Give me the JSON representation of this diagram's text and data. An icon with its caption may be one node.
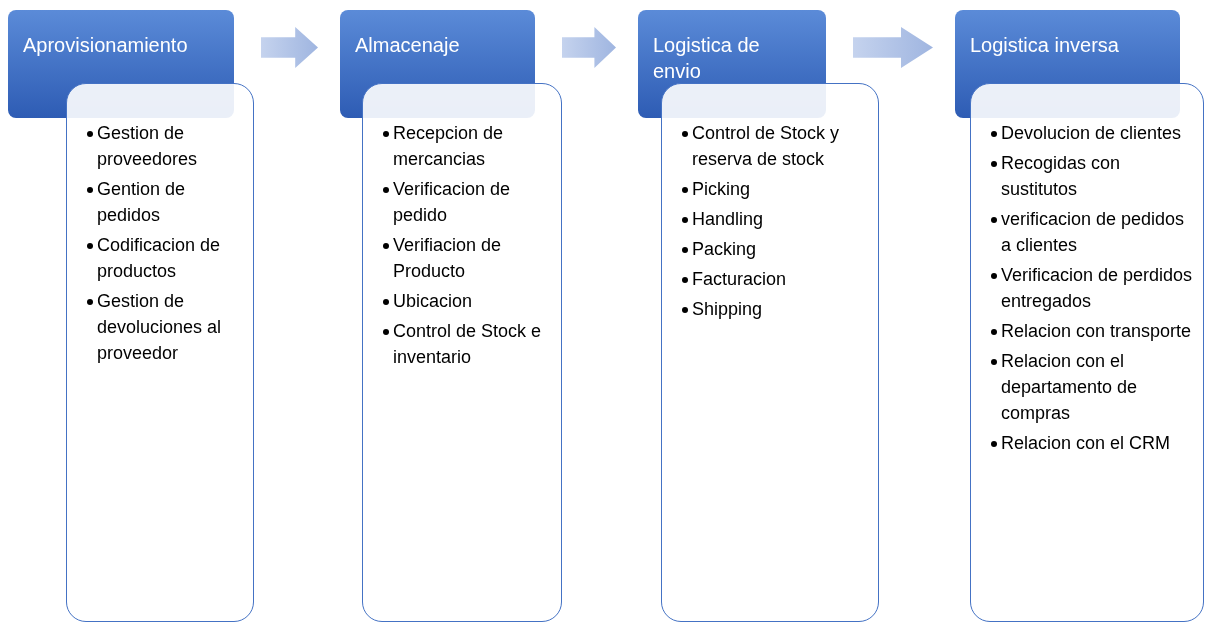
{
  "diagram": {
    "nodes": [
      {
        "text": [
          "Aprovisionamiento"
        ]
      },
      {
        "text": [
          "Gestion de proveedores",
          "Gention de pedidos",
          "Codificacion de productos",
          "Gestion de devoluciones al proveedor"
        ]
      },
      {
        "text": [
          "Almacenaje"
        ]
      },
      {
        "text": [
          "Recepcion de mercancias",
          "Verificacion de pedido",
          "Verifiacion de Producto",
          "Ubicacion",
          "Control de Stock e inventario"
        ]
      },
      {
        "text": [
          "Logistica de envio"
        ]
      },
      {
        "text": [
          "Control de Stock y reserva de stock",
          "Picking",
          "Handling",
          "Packing",
          "Facturacion",
          "Shipping"
        ]
      },
      {
        "text": [
          "Logistica inversa"
        ]
      },
      {
        "text": [
          "Devolucion de clientes",
          "Recogidas con sustitutos",
          "verificacion de pedidos a clientes",
          "Verificacion de perdidos entregados",
          "Relacion con transporte",
          "Relacion con el departamento de compras",
          "Relacion con el CRM"
        ]
      }
    ],
    "edges": [
      {
        "from": 0,
        "to": 2,
        "arrow": "to",
        "style": "thick"
      },
      {
        "from": 2,
        "to": 4,
        "arrow": "to",
        "style": "thick"
      },
      {
        "from": 4,
        "to": 6,
        "arrow": "to",
        "style": "thick"
      }
    ]
  }
}
